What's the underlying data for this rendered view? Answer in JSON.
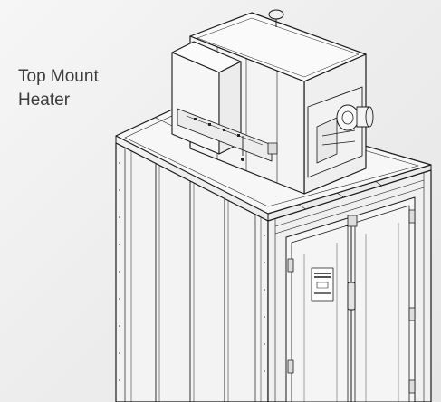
{
  "caption": {
    "line1": "Top Mount",
    "line2": "Heater"
  },
  "colors": {
    "background": "#eeeeee",
    "line": "#1a1a1a",
    "caption_text": "#3c3c3c"
  },
  "icons": [
    "oven-booth-illustration"
  ]
}
